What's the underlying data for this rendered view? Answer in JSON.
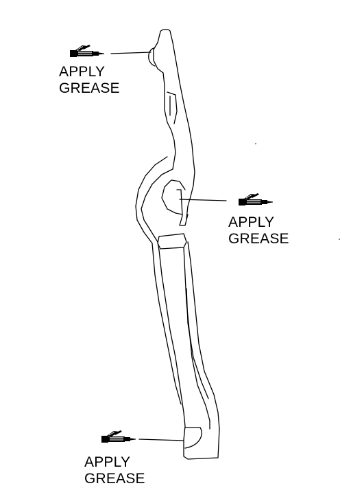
{
  "callouts": [
    {
      "line1": "APPLY",
      "line2": "GREASE",
      "icon": "grease-gun-icon"
    },
    {
      "line1": "APPLY",
      "line2": "GREASE",
      "icon": "grease-gun-icon"
    },
    {
      "line1": "APPLY",
      "line2": "GREASE",
      "icon": "grease-gun-icon"
    }
  ],
  "colors": {
    "ink": "#000000",
    "paper": "#ffffff"
  }
}
